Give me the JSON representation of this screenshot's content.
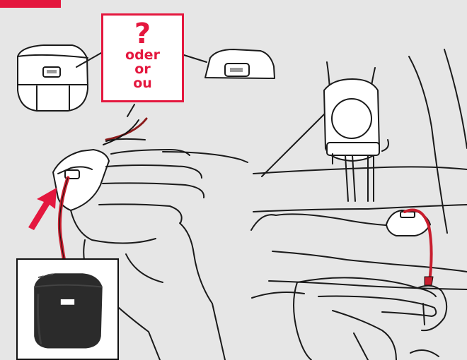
{
  "callout": {
    "symbol": "?",
    "words": [
      "oder",
      "or",
      "ou"
    ]
  },
  "colors": {
    "accent": "#e4173e",
    "background": "#e6e6e6",
    "line": "#1a1a1a",
    "device_dark": "#2b2b2b"
  },
  "icons": [
    "sensor-housing-tall",
    "sensor-housing-short",
    "insert-arrow",
    "magnet-spoke-clip",
    "cable-tie"
  ]
}
